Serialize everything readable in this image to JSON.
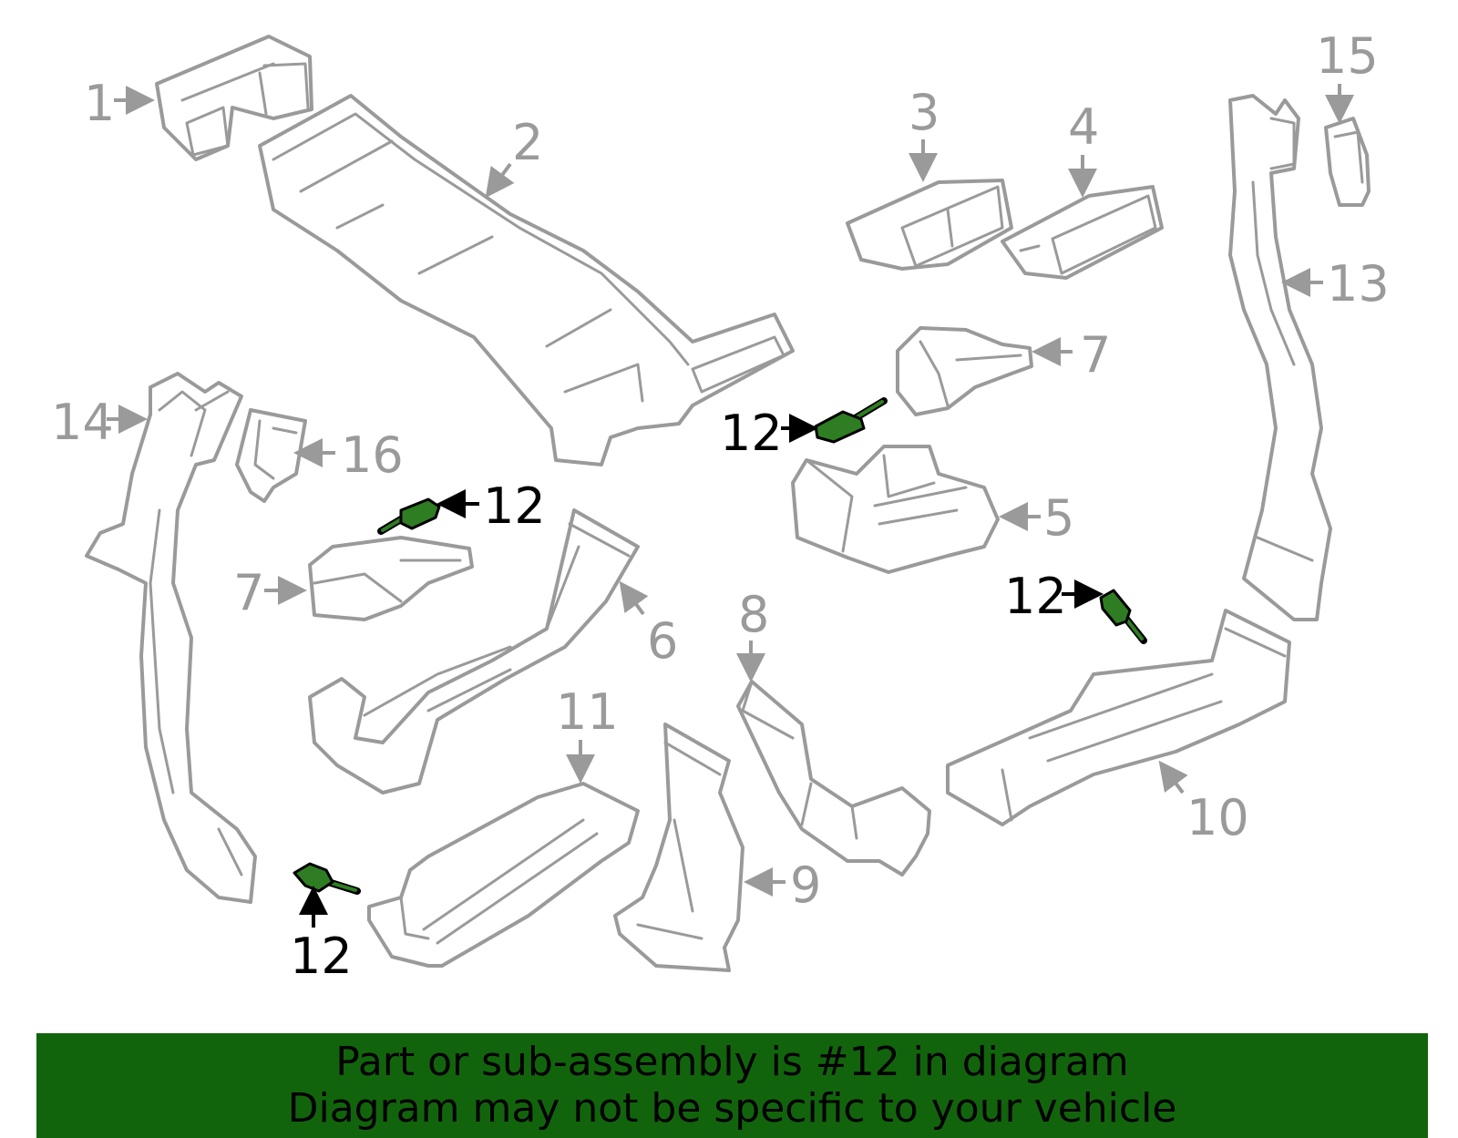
{
  "callouts": {
    "c1": "1",
    "c2": "2",
    "c3": "3",
    "c4": "4",
    "c5": "5",
    "c6": "6",
    "c7a": "7",
    "c7b": "7",
    "c8": "8",
    "c9": "9",
    "c10": "10",
    "c11": "11",
    "c12a": "12",
    "c12b": "12",
    "c12c": "12",
    "c12d": "12",
    "c13": "13",
    "c14": "14",
    "c15": "15",
    "c16": "16"
  },
  "highlight": {
    "part_number": "12",
    "color": "#2f7d22"
  },
  "banner": {
    "line1": "Part or sub-assembly is #12 in diagram",
    "line2": "Diagram may not be specific to your vehicle",
    "background": "#12640c"
  }
}
